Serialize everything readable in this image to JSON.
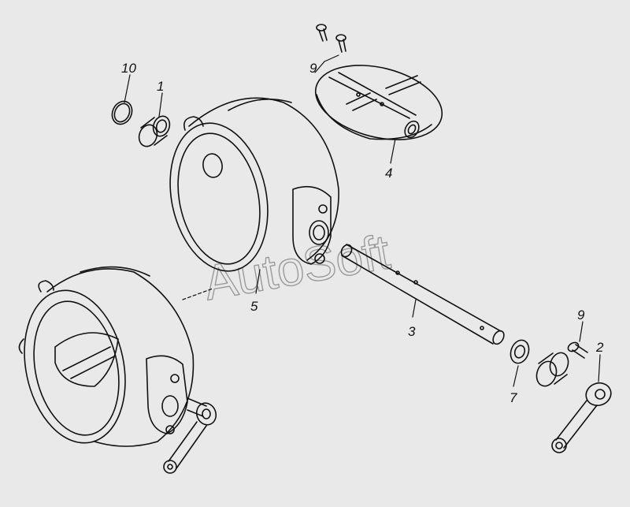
{
  "watermark": "AutoSoft",
  "callouts": {
    "c10": "10",
    "c1": "1",
    "c9a": "9",
    "c4": "4",
    "c5": "5",
    "c3": "3",
    "c9b": "9",
    "c2": "2",
    "c7": "7"
  },
  "colors": {
    "background": "#e9e9e9",
    "line": "#111111",
    "watermark": "#9a9a9a"
  }
}
